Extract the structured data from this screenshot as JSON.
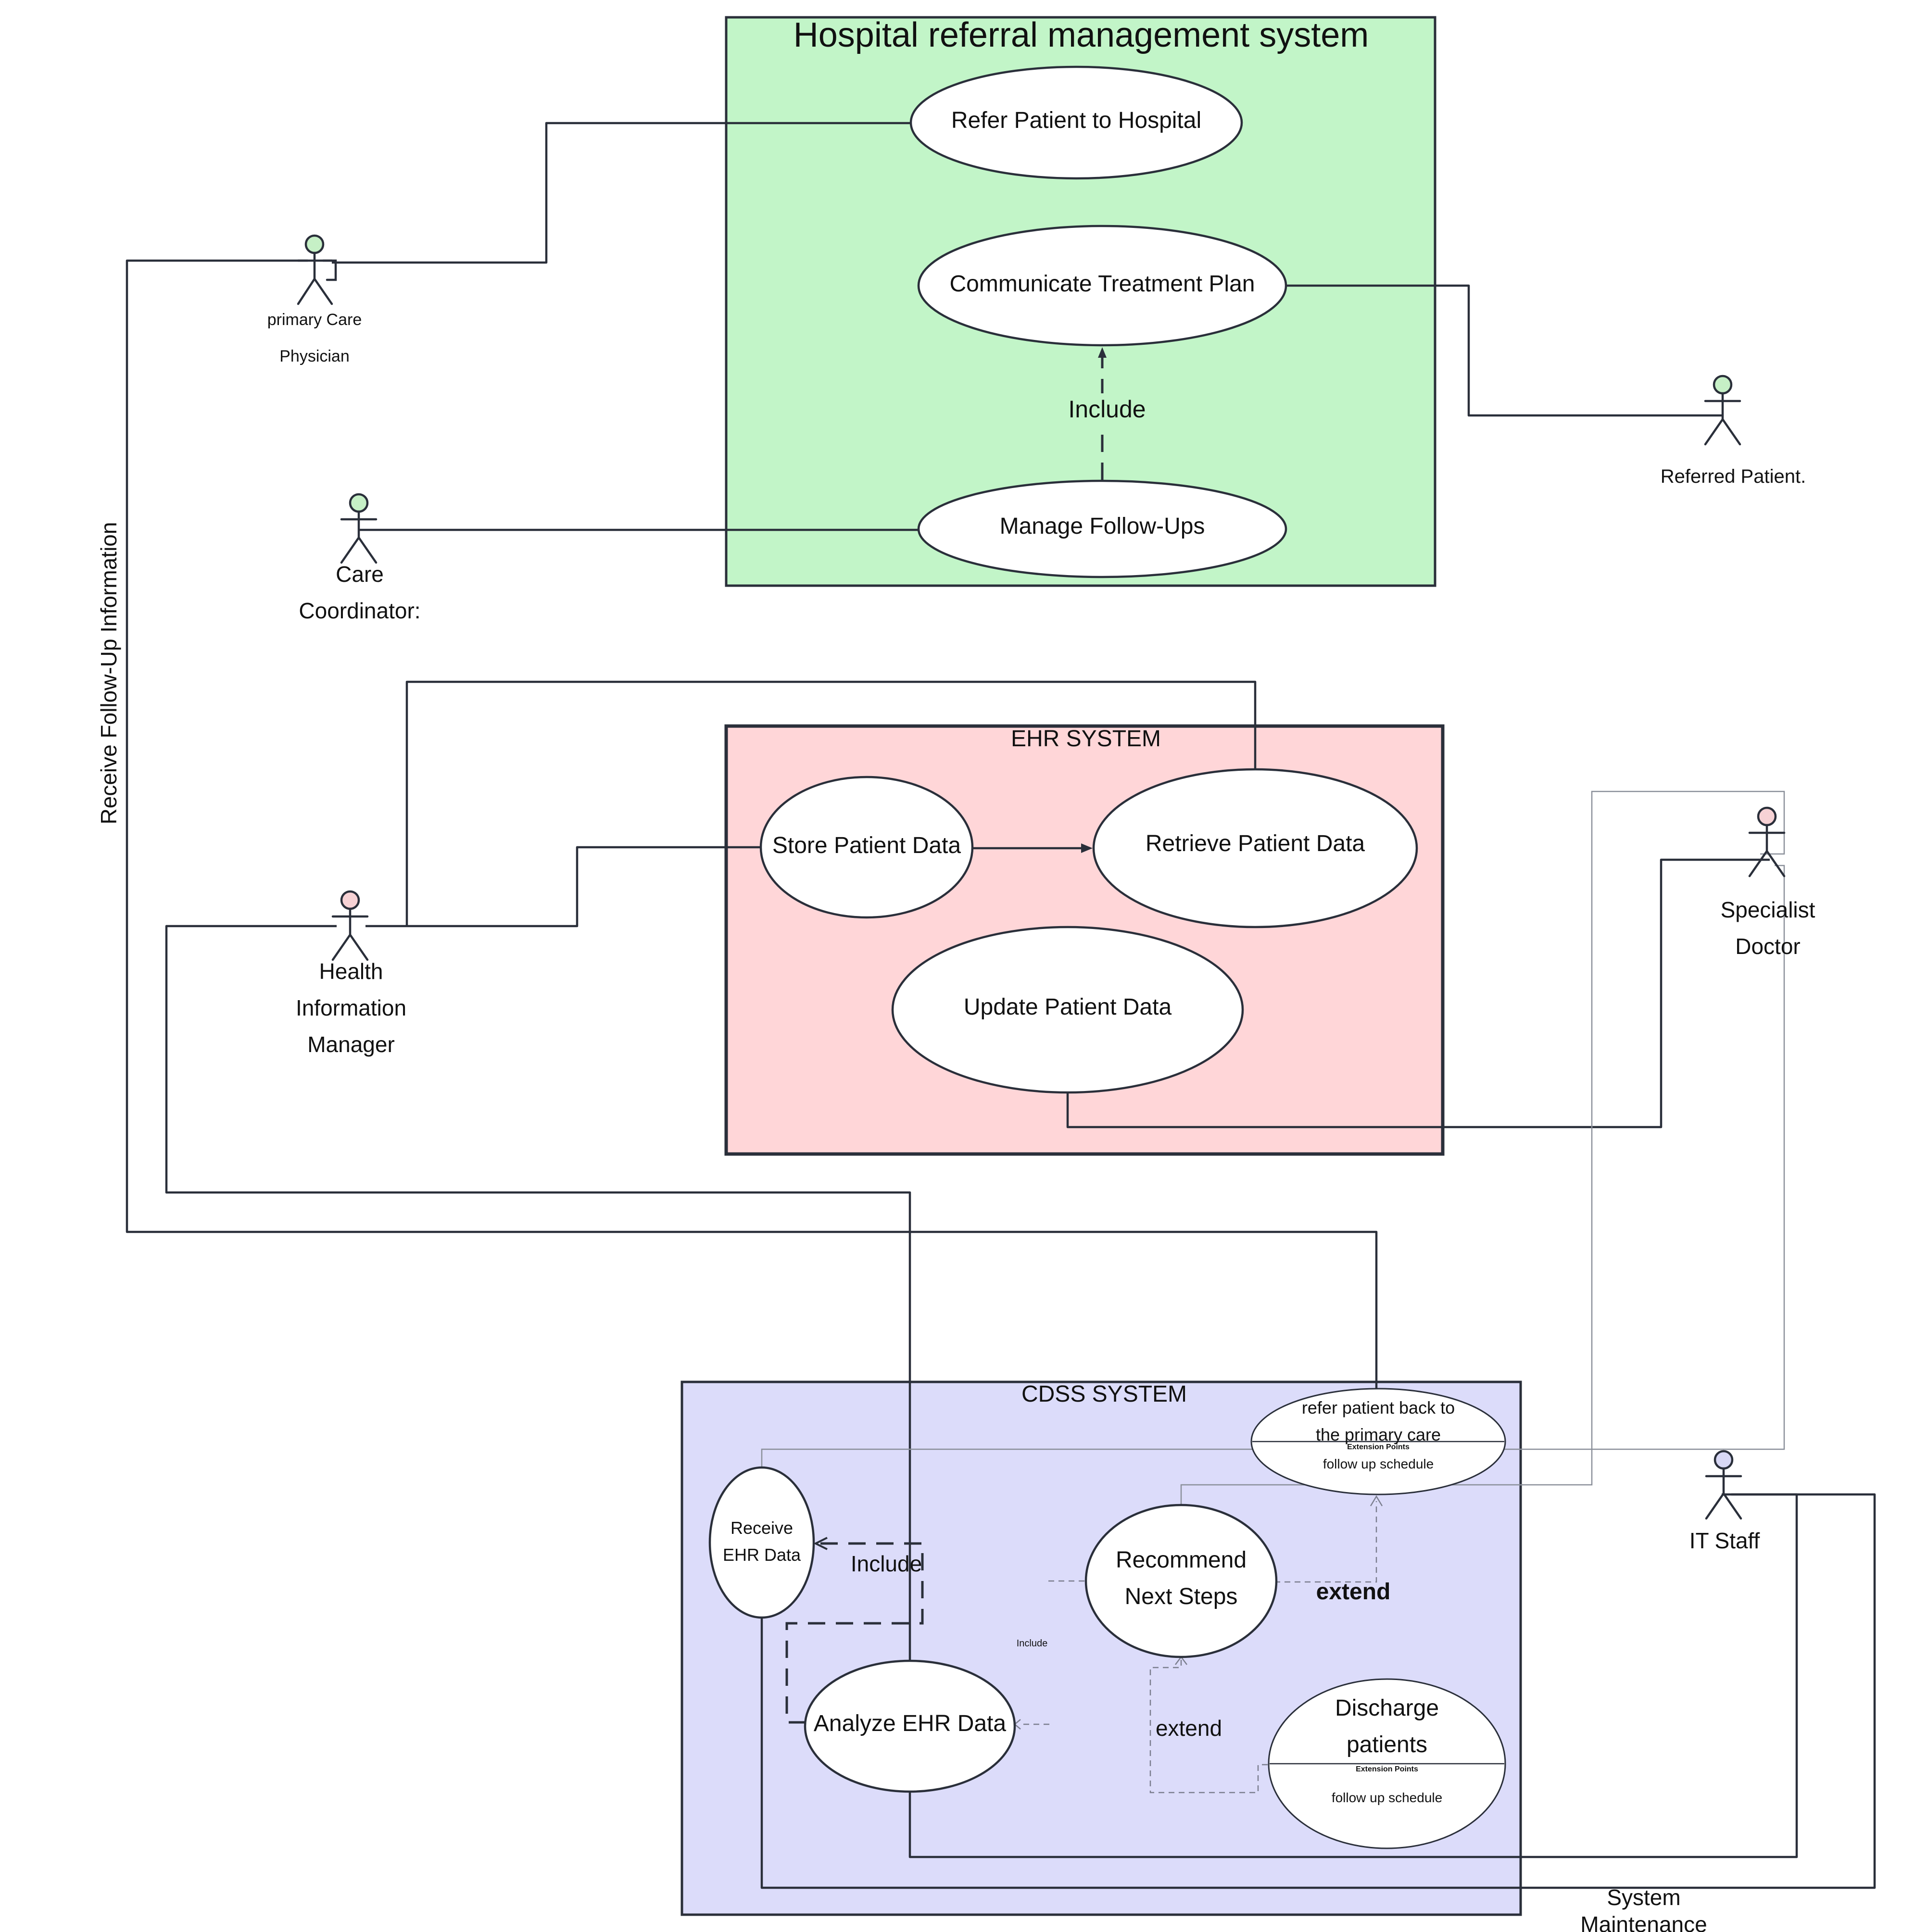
{
  "colors": {
    "hospital_fill": "#c2f5c8",
    "ehr_fill": "#ffd6d8",
    "cdss_fill": "#dcdcfa",
    "actor_green": "#c6f0c6",
    "actor_pink": "#f7d2d5",
    "actor_lavender": "#d8d8f5"
  },
  "systems": {
    "hospital": {
      "title": "Hospital referral management system"
    },
    "ehr": {
      "title": "EHR SYSTEM"
    },
    "cdss": {
      "title": "CDSS SYSTEM"
    }
  },
  "use_cases": {
    "refer_patient": "Refer Patient to Hospital",
    "communicate_plan": "Communicate Treatment Plan",
    "manage_followups": "Manage Follow-Ups",
    "store_data": "Store Patient Data",
    "retrieve_data": "Retrieve Patient Data",
    "update_data": "Update Patient Data",
    "receive_ehr": [
      "Receive",
      "EHR Data"
    ],
    "analyze_ehr": "Analyze EHR Data",
    "recommend_steps": [
      "Recommend",
      "Next Steps"
    ],
    "refer_back": {
      "lines": [
        "refer patient back to",
        "the primary care"
      ],
      "extension_header": "Extension Points",
      "extension_point": "follow up schedule"
    },
    "discharge": {
      "lines": [
        "Discharge",
        "patients"
      ],
      "extension_header": "Extension Points",
      "extension_point": "follow up schedule"
    }
  },
  "actors": {
    "primary_care": [
      "primary Care",
      "Physician"
    ],
    "care_coordinator": [
      "Care",
      "Coordinator:"
    ],
    "referred_patient": "Referred Patient.",
    "him": [
      "Health",
      "Information",
      "Manager"
    ],
    "specialist": [
      "Specialist",
      "Doctor"
    ],
    "it_staff": "IT Staff"
  },
  "relationships": {
    "include_hospital": "Include",
    "include_cdss_receive": "Include",
    "include_cdss_small": "Include",
    "extend_refer_back": "extend",
    "extend_discharge": "extend",
    "receive_followup": "Receive Follow-Up Information",
    "system_maintenance": [
      "System",
      "Maintenance"
    ]
  }
}
